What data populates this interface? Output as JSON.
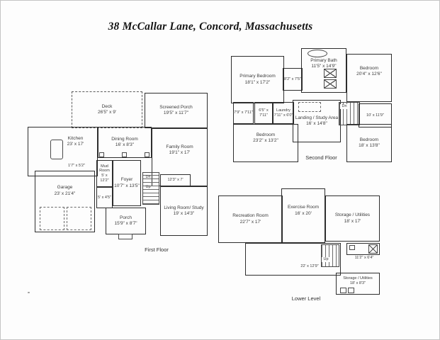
{
  "title": "38 McCallar Lane, Concord, Massachusetts",
  "first_floor": {
    "caption": "First Floor",
    "stairs": {
      "up": "Up",
      "down": "Dn"
    },
    "rooms": {
      "deck": {
        "name": "Deck",
        "dims": "26'5\" x 9'"
      },
      "screened_porch": {
        "name": "Screened Porch",
        "dims": "19'5\" x 11'7\""
      },
      "kitchen": {
        "name": "Kitchen",
        "dims": "23' x 17'"
      },
      "dining_room": {
        "name": "Dining Room",
        "dims": "16' x 8'3\""
      },
      "family_room": {
        "name": "Family Room",
        "dims": "19'1\" x 17'"
      },
      "pantry": {
        "dims": "1'7\" x 5'2\""
      },
      "mud_room": {
        "name": "Mud Room",
        "dims": "5' x 12'2\""
      },
      "foyer": {
        "name": "Foyer",
        "dims": "10'7\" x 13'5\""
      },
      "garage": {
        "name": "Garage",
        "dims": "23' x 21'4\""
      },
      "bath": {
        "dims": "5' x 4'5\""
      },
      "hall": {
        "dims": "12'3\" x 7'"
      },
      "living_room_study": {
        "name": "Living Room/ Study",
        "dims": "19' x 14'3\""
      },
      "porch": {
        "name": "Porch",
        "dims": "15'9\" x 8'7\""
      }
    }
  },
  "second_floor": {
    "caption": "Second Floor",
    "stairs": {
      "down": "Dn"
    },
    "rooms": {
      "primary_bedroom": {
        "name": "Primary Bedroom",
        "dims": "18'1\" x 17'2\""
      },
      "primary_bath": {
        "name": "Primary Bath",
        "dims": "11'5\" x 14'9\""
      },
      "closet": {
        "dims": "8'2\" x 7'5\""
      },
      "bedroom_ne": {
        "name": "Bedroom",
        "dims": "20'4\" x 12'6\""
      },
      "bath_a": {
        "dims": "7'9\" x 7'11\""
      },
      "bath_b": {
        "dims": "6'5\" x 7'11\""
      },
      "laundry": {
        "name": "Laundry",
        "dims": "7'11\" x 6'0\""
      },
      "landing": {
        "name": "Landing / Study Area",
        "dims": "16' x 14'8\""
      },
      "walk_in": {
        "dims": "10' x 11'9\""
      },
      "bedroom_sw": {
        "name": "Bedroom",
        "dims": "23'2\" x 13'2\""
      },
      "bedroom_se": {
        "name": "Bedroom",
        "dims": "18' x 13'8\""
      }
    }
  },
  "lower_level": {
    "caption": "Lower Level",
    "stairs": {
      "up": "Up"
    },
    "rooms": {
      "recreation_room": {
        "name": "Recreation Room",
        "dims": "22'7\" x 17'"
      },
      "exercise_room": {
        "name": "Exercise Room",
        "dims": "16' x 20'"
      },
      "storage_utilities_upper": {
        "name": "Storage / Utilities",
        "dims": "18' x 17'"
      },
      "bath": {
        "dims": "11'2\" x 6'4\""
      },
      "stair_hall": {
        "dims": "22' x 12'9\""
      },
      "storage_utilities_lower": {
        "name": "Storage / Utilities",
        "dims": "18' x 8'3\""
      }
    }
  }
}
